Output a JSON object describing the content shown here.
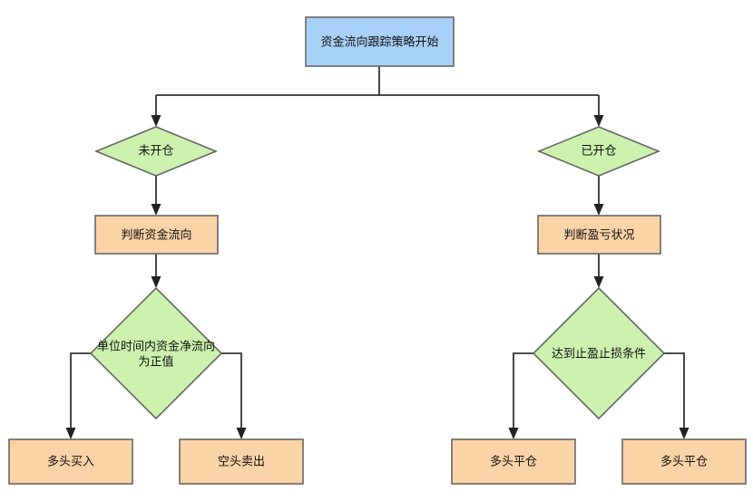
{
  "diagram": {
    "title_text": "资金流向跟踪策略开始",
    "colors": {
      "start_fill": "#a8d1f7",
      "decision_fill": "#cdf2ae",
      "process_fill": "#fad3a6",
      "node_stroke": "#666666",
      "edge_stroke": "#333333",
      "background": "#ffffff",
      "text": "#111111"
    },
    "nodes": {
      "start": {
        "label": "资金流向跟踪策略开始",
        "type": "start"
      },
      "decision_no_position": {
        "label": "未开仓",
        "type": "decision"
      },
      "decision_has_position": {
        "label": "已开仓",
        "type": "decision"
      },
      "process_judge_flow": {
        "label": "判断资金流向",
        "type": "process"
      },
      "process_judge_pnl": {
        "label": "判断盈亏状况",
        "type": "process"
      },
      "decision_net_inflow": {
        "label_line1": "单位时间内资金净流向",
        "label_line2": "为正值",
        "type": "decision"
      },
      "decision_stop_profit_loss": {
        "label": "达到止盈止损条件",
        "type": "decision"
      },
      "action_long_buy": {
        "label": "多头买入",
        "type": "process"
      },
      "action_short_sell": {
        "label": "空头卖出",
        "type": "process"
      },
      "action_close_long_left": {
        "label": "多头平仓",
        "type": "process"
      },
      "action_close_long_right": {
        "label": "多头平仓",
        "type": "process"
      }
    }
  }
}
